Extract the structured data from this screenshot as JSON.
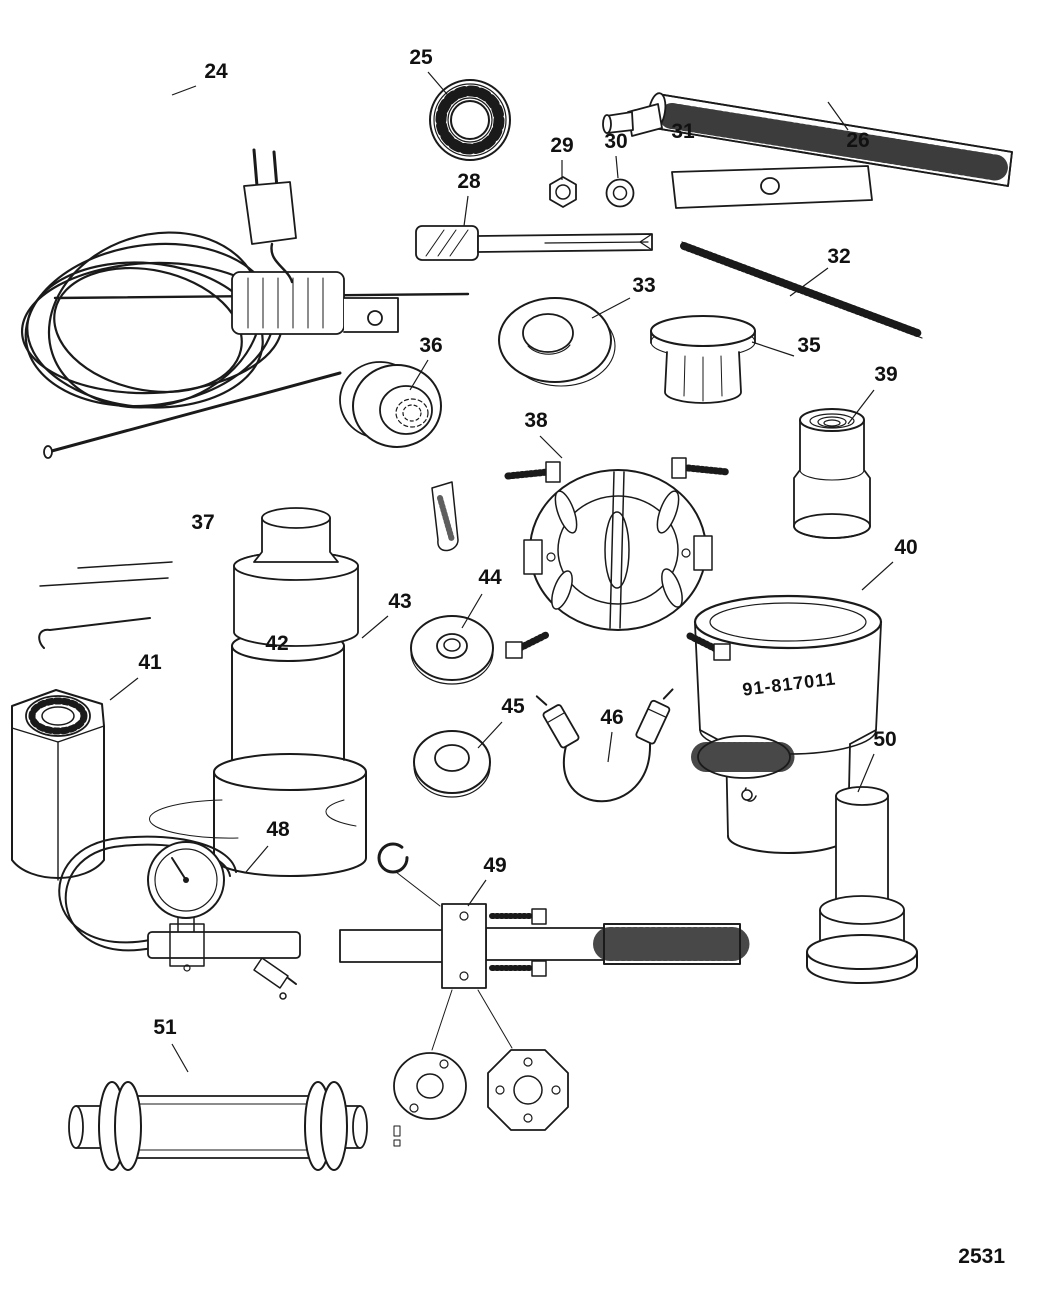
{
  "page": {
    "page_number": "2531",
    "ink_color": "#1a1a1a",
    "background_color": "#ffffff"
  },
  "diagram": {
    "part_marking": "91-817011",
    "callouts": [
      {
        "label": "24"
      },
      {
        "label": "25"
      },
      {
        "label": "26"
      },
      {
        "label": "31"
      },
      {
        "label": "28"
      },
      {
        "label": "29"
      },
      {
        "label": "30"
      },
      {
        "label": "32"
      },
      {
        "label": "33"
      },
      {
        "label": "35"
      },
      {
        "label": "36"
      },
      {
        "label": "37"
      },
      {
        "label": "38"
      },
      {
        "label": "39"
      },
      {
        "label": "40"
      },
      {
        "label": "41"
      },
      {
        "label": "42"
      },
      {
        "label": "43"
      },
      {
        "label": "44"
      },
      {
        "label": "45"
      },
      {
        "label": "46"
      },
      {
        "label": "48"
      },
      {
        "label": "49"
      },
      {
        "label": "50"
      },
      {
        "label": "51"
      }
    ]
  }
}
